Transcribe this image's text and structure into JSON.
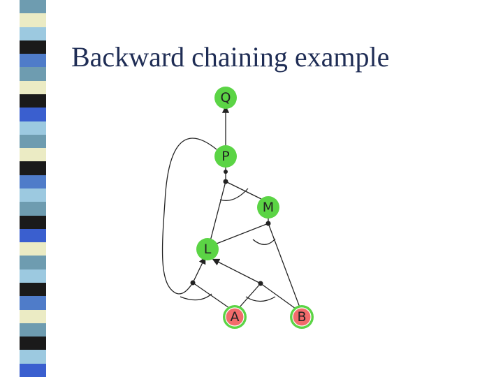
{
  "slide": {
    "title": "Backward chaining example"
  },
  "decor": {
    "stripe_colors": [
      "#6e9cb0",
      "#ebebc4",
      "#9cc9e0",
      "#1a1a1a",
      "#4f7cc9",
      "#6e9cb0",
      "#ebebc4",
      "#1a1a1a",
      "#3a5fcf",
      "#9cc9e0",
      "#6e9cb0",
      "#ebebc4",
      "#1a1a1a",
      "#4f7cc9",
      "#9cc9e0",
      "#6e9cb0",
      "#1a1a1a",
      "#3a5fcf",
      "#ebebc4",
      "#6e9cb0",
      "#9cc9e0",
      "#1a1a1a",
      "#4f7cc9",
      "#ebebc4",
      "#6e9cb0",
      "#1a1a1a",
      "#9cc9e0",
      "#3a5fcf"
    ]
  },
  "diagram": {
    "nodes": [
      {
        "id": "Q",
        "label": "Q",
        "status": "proven",
        "fill": "#5bd445",
        "ring": "#5bd445"
      },
      {
        "id": "P",
        "label": "P",
        "status": "proven",
        "fill": "#5bd445",
        "ring": "#5bd445"
      },
      {
        "id": "M",
        "label": "M",
        "status": "proven",
        "fill": "#5bd445",
        "ring": "#5bd445"
      },
      {
        "id": "L",
        "label": "L",
        "status": "proven",
        "fill": "#5bd445",
        "ring": "#5bd445"
      },
      {
        "id": "A",
        "label": "A",
        "status": "fact",
        "fill": "#f26b6b",
        "ring": "#5bd445"
      },
      {
        "id": "B",
        "label": "B",
        "status": "fact",
        "fill": "#f26b6b",
        "ring": "#5bd445"
      }
    ],
    "rules": [
      {
        "premises": [
          "P"
        ],
        "conclusion": "Q"
      },
      {
        "premises": [
          "L",
          "M"
        ],
        "conclusion": "P"
      },
      {
        "premises": [
          "B",
          "L"
        ],
        "conclusion": "M"
      },
      {
        "premises": [
          "A",
          "P"
        ],
        "conclusion": "L"
      },
      {
        "premises": [
          "A",
          "B"
        ],
        "conclusion": "L"
      }
    ],
    "colors": {
      "edge": "#222222",
      "goal_ring": "#5bd445",
      "fact_fill": "#f26b6b"
    }
  }
}
